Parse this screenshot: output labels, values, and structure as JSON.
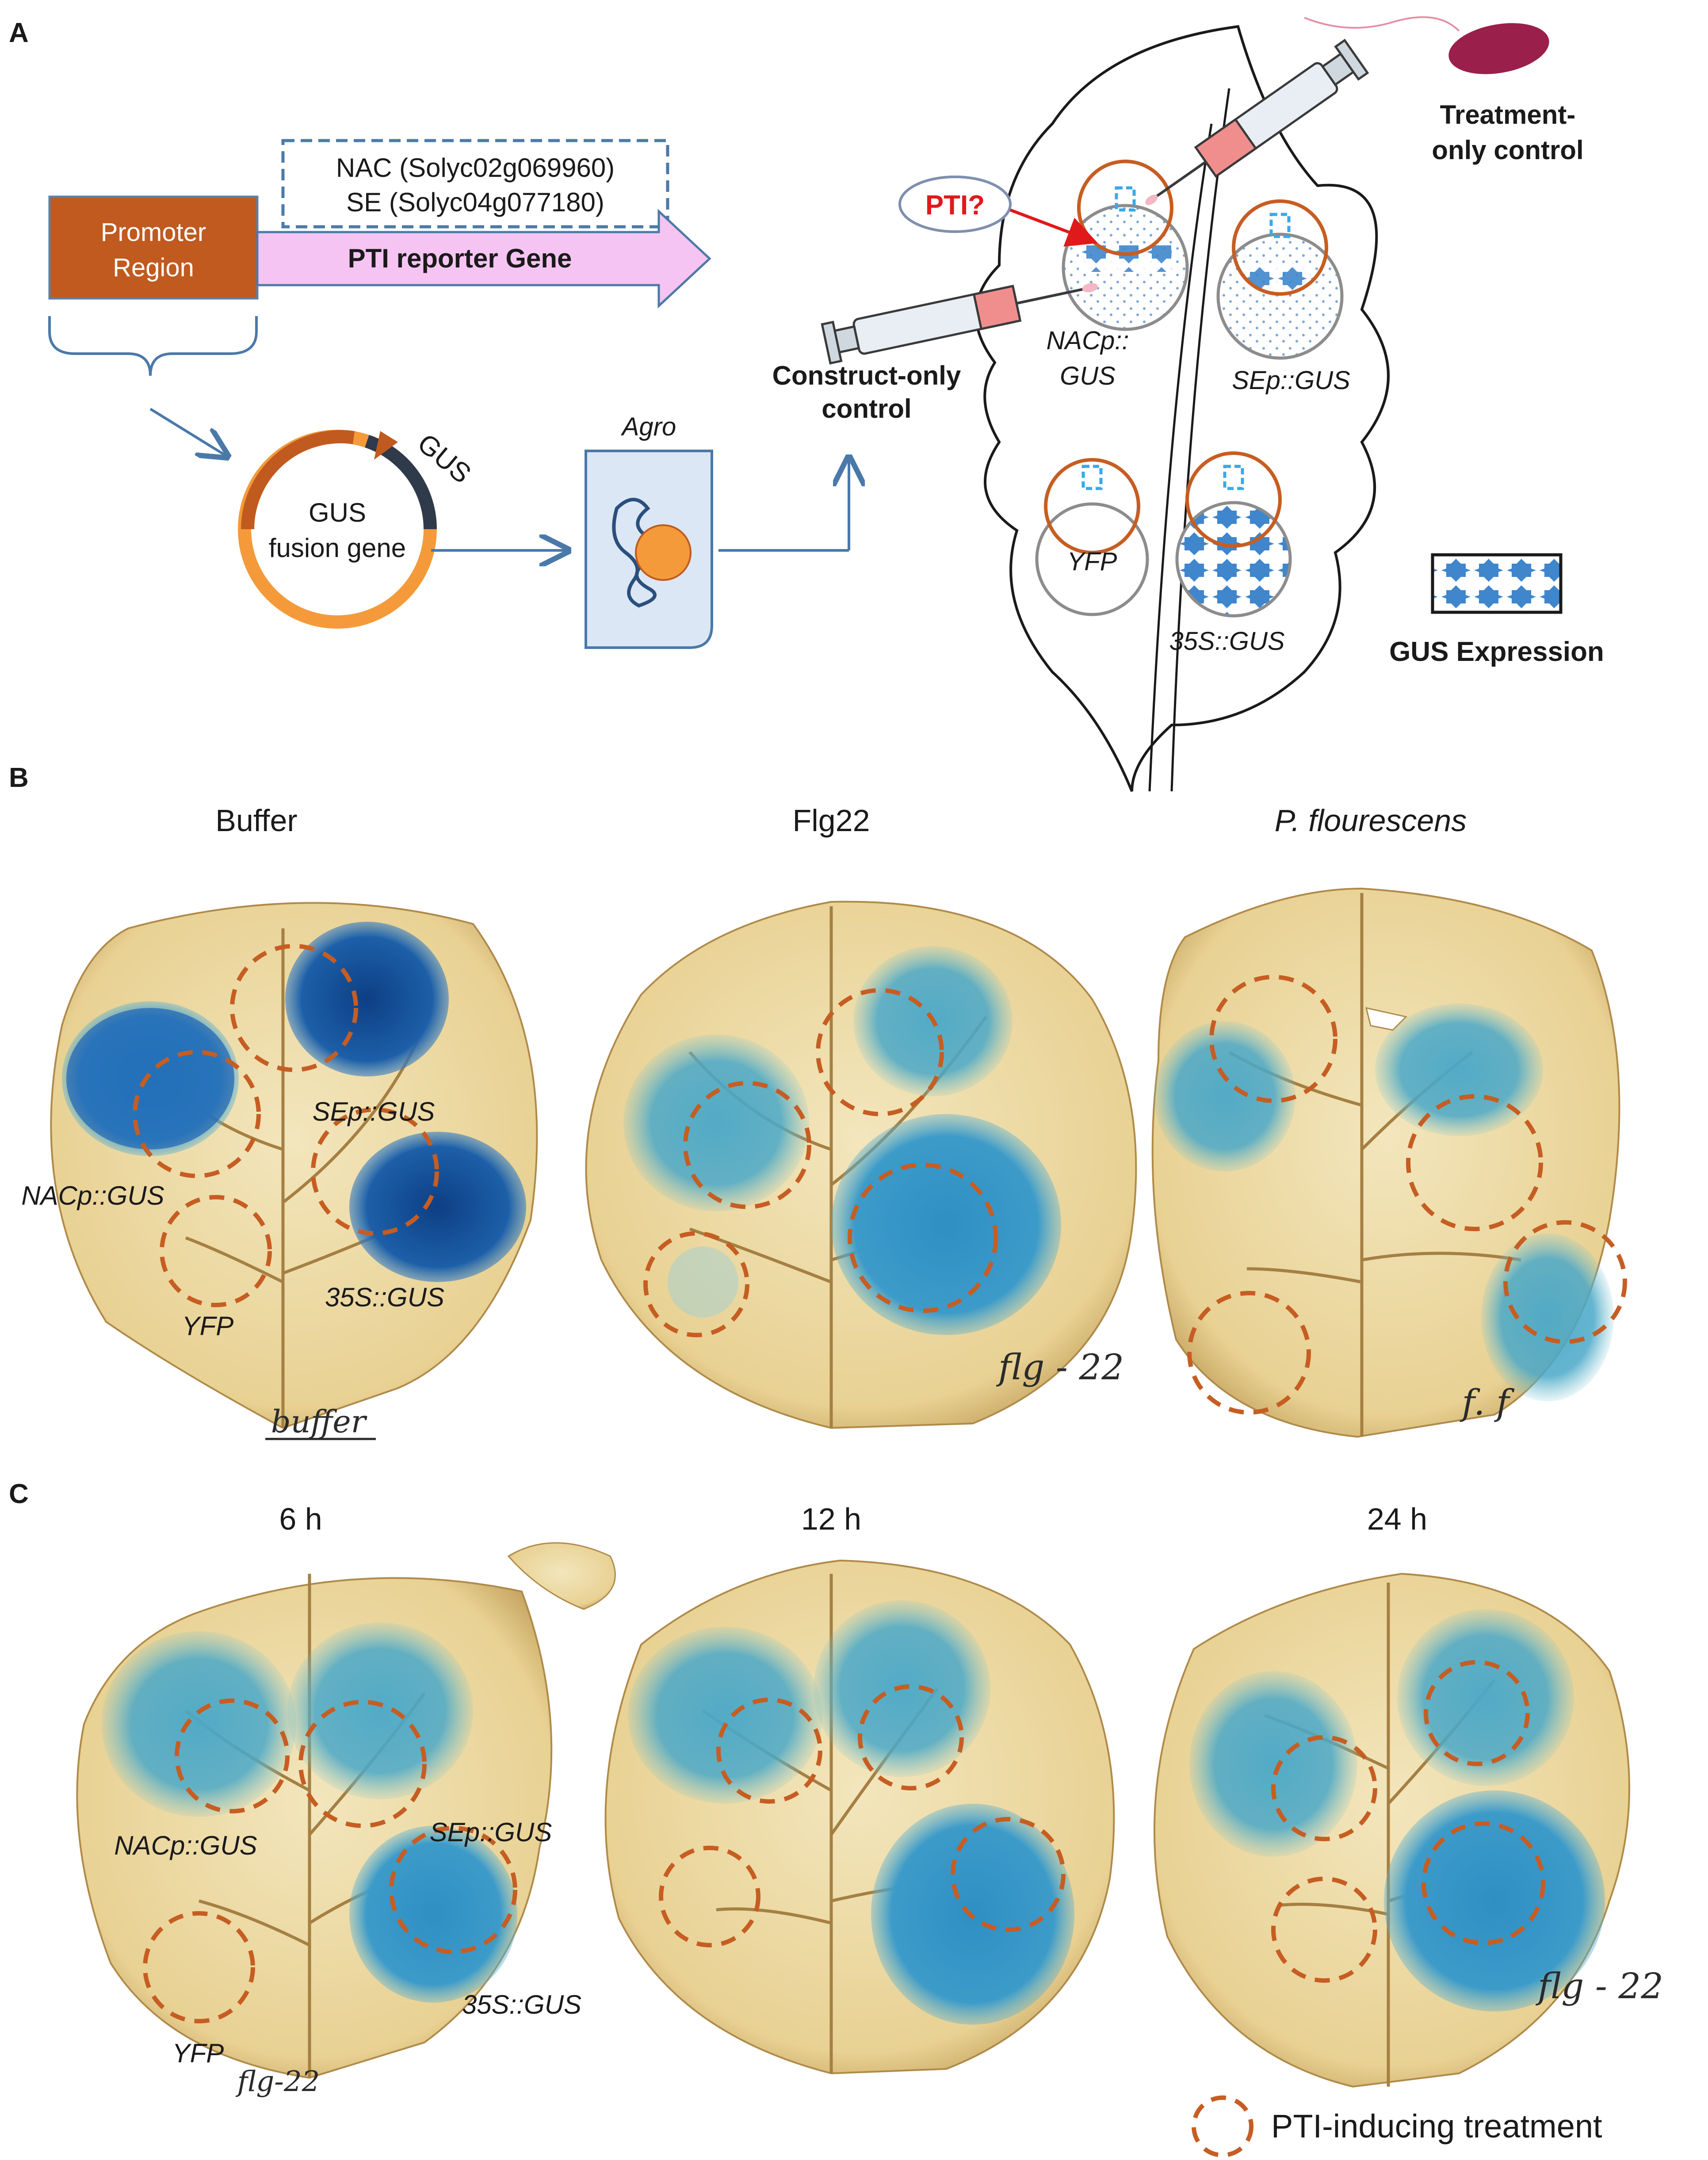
{
  "panel_labels": {
    "a": "A",
    "b": "B",
    "c": "C"
  },
  "panel_a": {
    "box_lines": [
      "NAC (Solyc02g069960)",
      "SE (Solyc04g077180)"
    ],
    "promoter_lines": [
      "Promoter",
      "Region"
    ],
    "reporter_gene": "PTI reporter Gene",
    "plasmid_arc_label": "GUS",
    "plasmid_center_lines": [
      "GUS",
      "fusion gene"
    ],
    "agro_label": "Agro",
    "construct_control_lines": [
      "Construct-only",
      "control"
    ],
    "treatment_control_lines": [
      "Treatment-",
      "only control"
    ],
    "pti_query": "PTI?",
    "leaf_spots": [
      {
        "label_lines": [
          "NACp::",
          "GUS"
        ],
        "expression": "PTI-dependent"
      },
      {
        "label_lines": [
          "SEp::GUS"
        ],
        "expression": "PTI-dependent"
      },
      {
        "label_lines": [
          "YFP"
        ],
        "expression": "none"
      },
      {
        "label_lines": [
          "35S::GUS"
        ],
        "expression": "constitutive"
      }
    ],
    "legend_gus": "GUS Expression"
  },
  "panel_b": {
    "columns": [
      "Buffer",
      "Flg22",
      "P. flourescens"
    ],
    "spot_labels": {
      "nac": "NACp::GUS",
      "se": "SEp::GUS",
      "yfp": "YFP",
      "s35": "35S::GUS"
    },
    "handwritten": [
      "buffer",
      "flg - 22",
      "f. f"
    ]
  },
  "panel_c": {
    "columns": [
      "6 h",
      "12 h",
      "24 h"
    ],
    "spot_labels": {
      "nac": "NACp::GUS",
      "se": "SEp::GUS",
      "yfp": "YFP",
      "s35": "35S::GUS"
    },
    "handwritten": [
      "flg-22",
      "flg - 22"
    ]
  },
  "legend_bottom": "PTI-inducing treatment",
  "colors": {
    "promoter": "#c05a1f",
    "reporter_arrow": "#f6c4f2",
    "dashed_box": "#4b7aa8",
    "stain_blue": "#2f8fbf",
    "dark_stain": "#123e7a",
    "leaf_tan": "#ecd9a4",
    "ring_orange": "#c65d22",
    "pti_red": "#e0191b",
    "connector_blue": "#4a79a9"
  }
}
